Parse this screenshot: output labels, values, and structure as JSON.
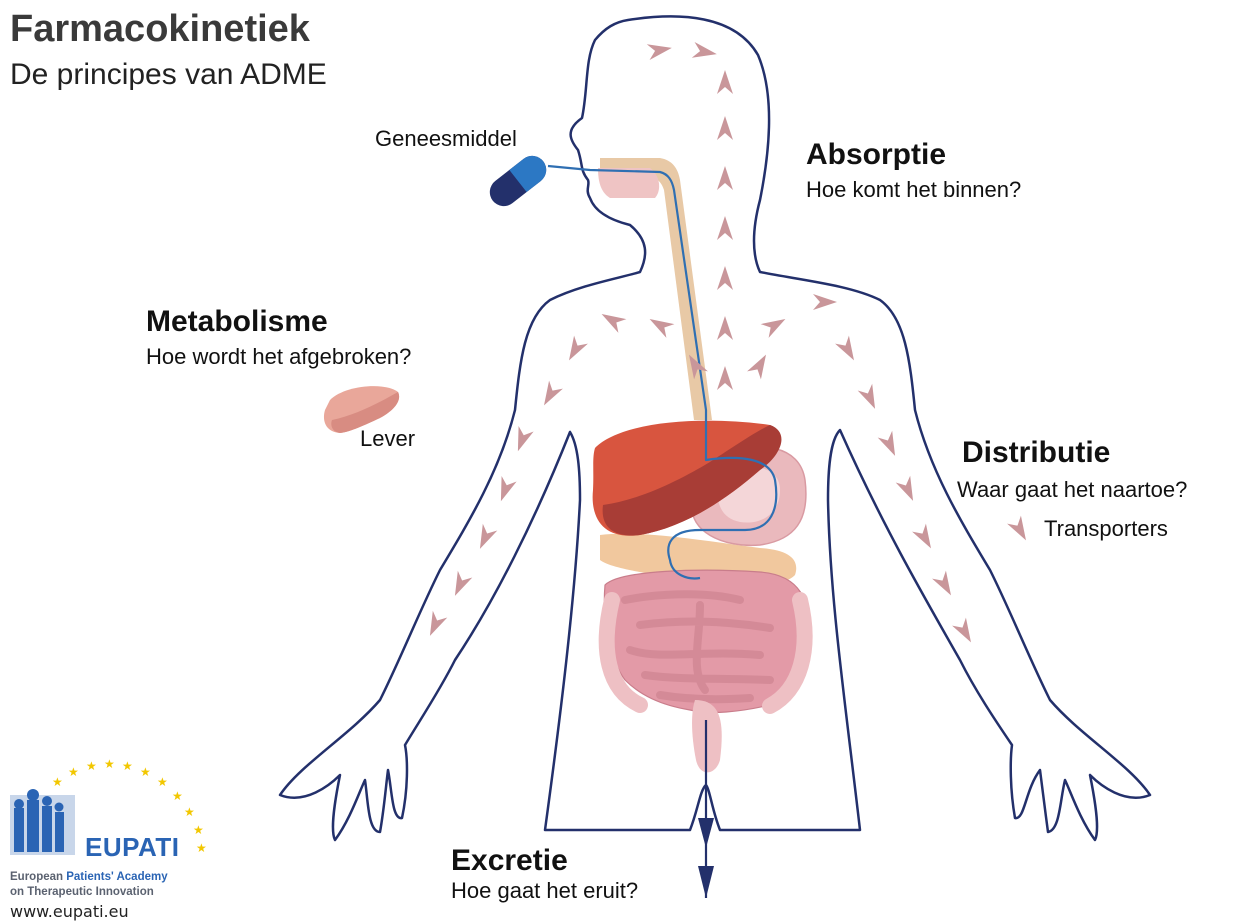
{
  "title": "Farmacokinetiek",
  "subtitle": "De principes van ADME",
  "drug_label": "Geneesmiddel",
  "absorption": {
    "heading": "Absorptie",
    "question": "Hoe komt het binnen?"
  },
  "metabolism": {
    "heading": "Metabolisme",
    "question": "Hoe wordt het afgebroken?",
    "organ_label": "Lever"
  },
  "distribution": {
    "heading": "Distributie",
    "question": "Waar gaat het naartoe?",
    "legend_label": "Transporters"
  },
  "excretion": {
    "heading": "Excretie",
    "question": "Hoe gaat het eruit?"
  },
  "logo": {
    "name": "EUPATI",
    "line1_prefix": "European ",
    "line1_highlight": "Patients' Academy",
    "line2": "on Therapeutic Innovation",
    "url": "www.eupati.eu"
  },
  "colors": {
    "outline": "#23306b",
    "arrow": "#c9969a",
    "liver": "#d8553f",
    "liver_dark": "#a83d36",
    "intestine": "#e39aa7",
    "esophagus": "#e8c9a6",
    "pill_blue": "#2c78c4",
    "pill_dark": "#23306b",
    "drug_path": "#2f6fb2",
    "logo_blue": "#2a64b4",
    "star": "#f2c700"
  }
}
